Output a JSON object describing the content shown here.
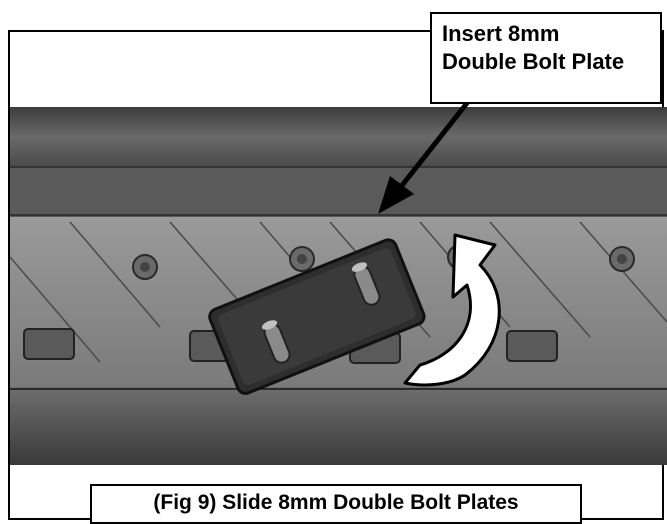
{
  "callout": {
    "line1": "Insert 8mm",
    "line2": "Double Bolt Plate"
  },
  "caption": {
    "text": "(Fig 9) Slide 8mm Double Bolt Plates"
  },
  "icons": {
    "arrow": "pointer-arrow-icon",
    "rotate": "curved-rotate-arrow-icon"
  },
  "colors": {
    "frame": "#000000",
    "rail_dark": "#3a3a3a",
    "rail_mid": "#5a5a5a",
    "rail_light": "#8a8a8a",
    "plate": "#2b2b2b"
  }
}
